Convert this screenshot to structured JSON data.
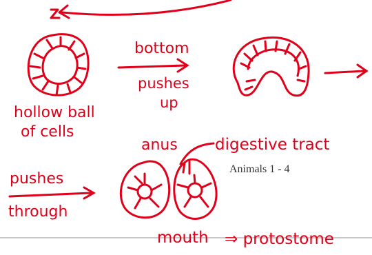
{
  "slide": {
    "title": "Animals 1 - 4"
  },
  "annotations": {
    "arrow1_label_line1": "bottom",
    "arrow1_label_line2": "pushes",
    "arrow1_label_line3": "up",
    "hollow_ball_line1": "hollow ball",
    "hollow_ball_line2": "of cells",
    "pushes_line1": "pushes",
    "pushes_line2": "through",
    "anus": "anus",
    "digestive_tract": "digestive tract",
    "mouth": "mouth",
    "result": "⇒ protostome"
  },
  "colors": {
    "ink": "#e0001a",
    "slide_text": "#333333",
    "divider": "#b5b5b5"
  }
}
